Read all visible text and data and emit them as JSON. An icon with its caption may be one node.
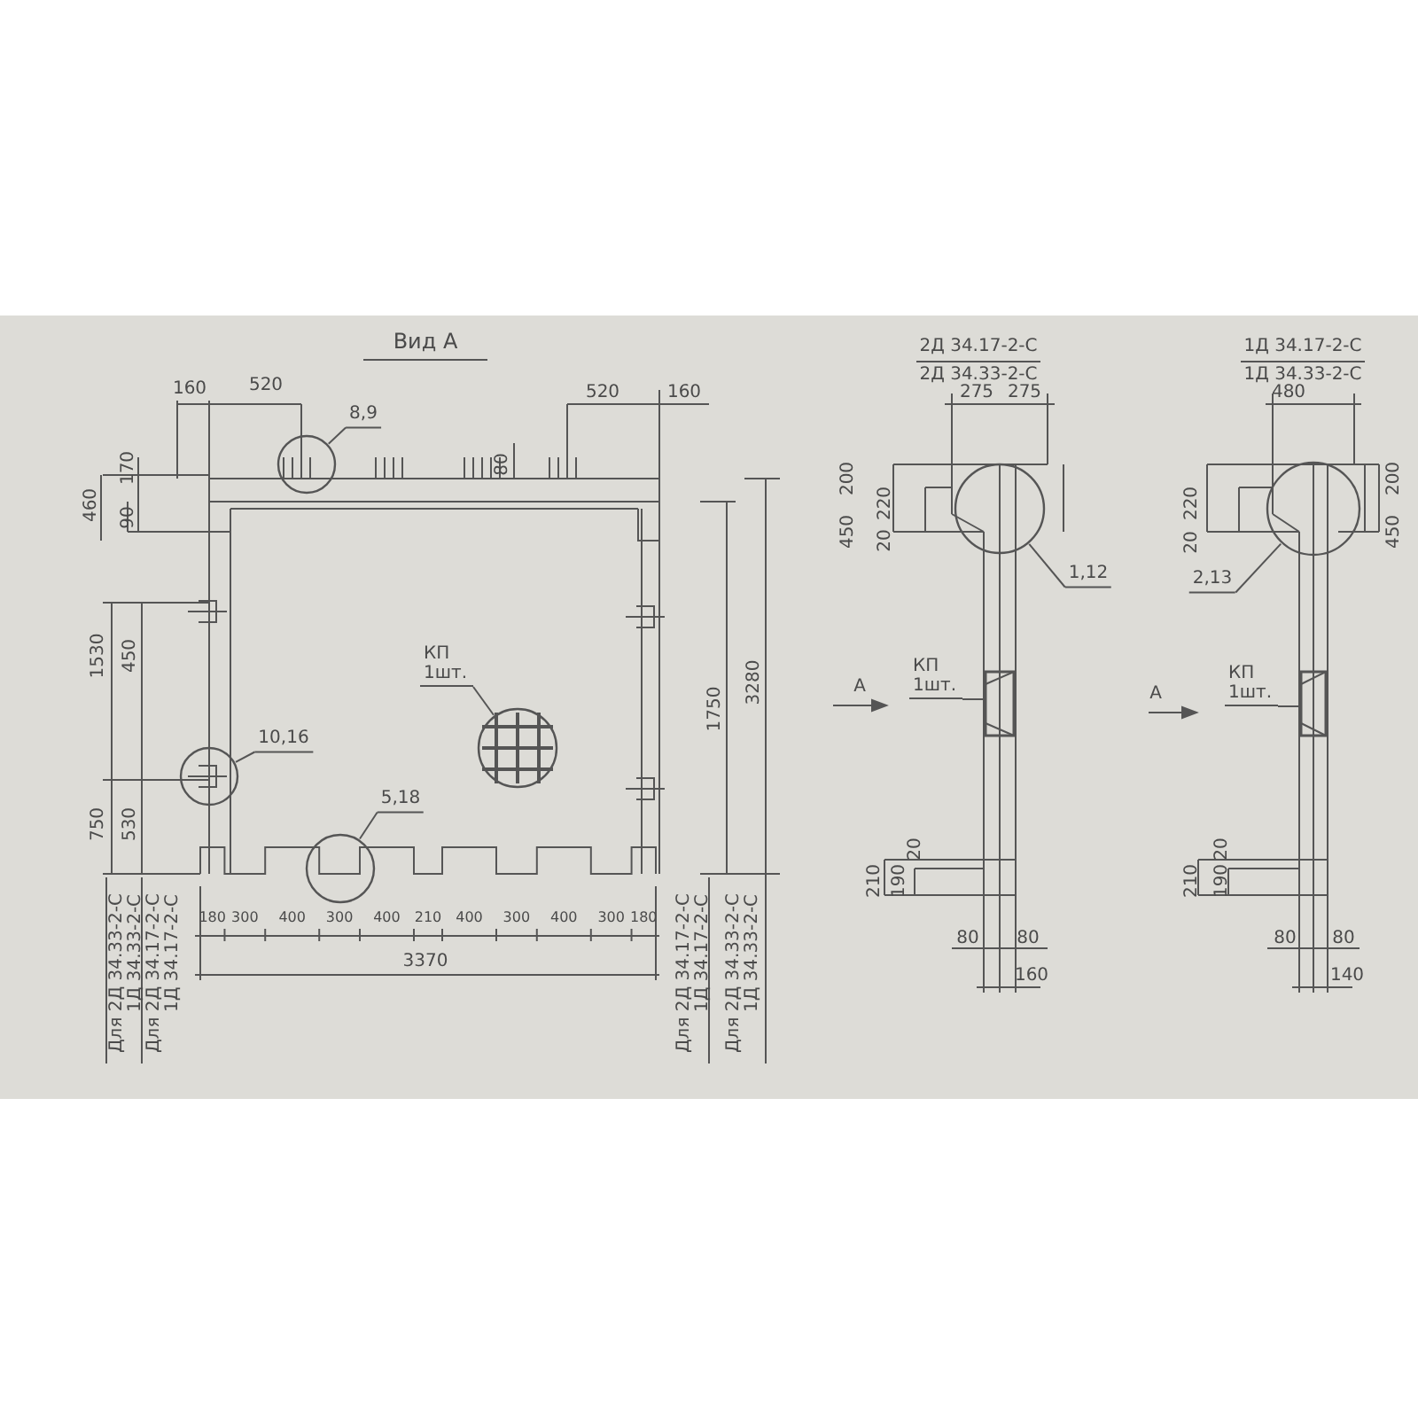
{
  "diagram": {
    "nodes": [
      {
        "text": [
          "8,9"
        ]
      },
      {
        "text": [],
        "shape": "circle"
      },
      {
        "text": [
          "10,16"
        ]
      },
      {
        "text": [],
        "shape": "circle"
      },
      {
        "text": [
          "5,18"
        ]
      },
      {
        "text": [],
        "shape": "circle"
      },
      {
        "text": [
          "КП 1шт."
        ]
      },
      {
        "text": [],
        "shape": "circle"
      },
      {
        "text": [
          "1,12"
        ]
      },
      {
        "text": [],
        "shape": "circle"
      },
      {
        "text": [
          "КП 1шт."
        ]
      },
      {
        "text": [],
        "shape": "box"
      },
      {
        "text": [
          "2,13"
        ]
      },
      {
        "text": [],
        "shape": "circle"
      },
      {
        "text": [
          "КП 1шт."
        ]
      },
      {
        "text": [],
        "shape": "box"
      }
    ],
    "edges": [
      {
        "from": 0,
        "to": 1,
        "arrow": "none"
      },
      {
        "from": 2,
        "to": 3,
        "arrow": "none"
      },
      {
        "from": 4,
        "to": 5,
        "arrow": "none"
      },
      {
        "from": 6,
        "to": 7,
        "arrow": "none"
      },
      {
        "from": 8,
        "to": 9,
        "arrow": "none"
      },
      {
        "from": 10,
        "to": 11,
        "arrow": "none"
      },
      {
        "from": 12,
        "to": 13,
        "arrow": "none"
      },
      {
        "from": 14,
        "to": 15,
        "arrow": "none"
      }
    ],
    "labels": [
      "Вид А",
      "160",
      "520",
      "520",
      "160",
      "170",
      "90",
      "460",
      "80",
      "1530",
      "450",
      "750",
      "530",
      "1750",
      "3280",
      "180",
      "300",
      "400",
      "300",
      "400",
      "210",
      "400",
      "300",
      "400",
      "300",
      "180",
      "3370",
      "Для 2Д 34.33-2-С 1Д 34.33-2-С",
      "Для 2Д 34.17-2-С 1Д 34.17-2-С",
      "Для 2Д 34.17-2-С 1Д 34.17-2-С",
      "Для 2Д 34.33-2-С 1Д 34.33-2-С",
      "2Д 34.17-2-С",
      "2Д 34.33-2-С",
      "275",
      "275",
      "200",
      "450",
      "220",
      "20",
      "А",
      "210",
      "190",
      "20",
      "80",
      "80",
      "160",
      "1Д 34.17-2-С",
      "1Д 34.33-2-С",
      "480",
      "220",
      "20",
      "200",
      "450",
      "А",
      "210",
      "190",
      "20",
      "80",
      "80",
      "140"
    ]
  }
}
